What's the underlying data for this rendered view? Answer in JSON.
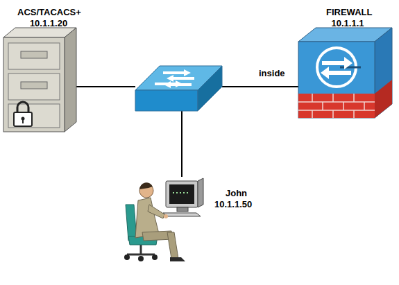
{
  "diagram": {
    "nodes": [
      {
        "text": [
          "ACS/TACACS+",
          "10.1.1.20"
        ]
      },
      {
        "text": [
          "FIREWALL",
          "10.1.1.1"
        ]
      },
      {
        "text": []
      },
      {
        "text": [
          "John",
          "10.1.1.50"
        ]
      }
    ],
    "edges": [
      {
        "from": 0,
        "to": 2,
        "arrow": "none"
      },
      {
        "from": 2,
        "to": 1,
        "label": "inside",
        "arrow": "none"
      },
      {
        "from": 2,
        "to": 3,
        "arrow": "none"
      }
    ]
  }
}
